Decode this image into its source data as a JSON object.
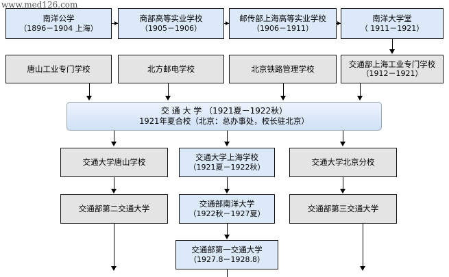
{
  "watermark": "www.med126.com",
  "colors": {
    "blue_fill": "#dbe9f8",
    "gray_fill": "#e4e4e4",
    "border": "#111111",
    "hub_border": "#9aa7b4",
    "connector": "#000000"
  },
  "nodes": {
    "r1c1": {
      "line1": "南洋公学",
      "line2": "（1896－1904 上海）"
    },
    "r1c2": {
      "line1": "商部高等实业学校",
      "line2": "（1905－1906）"
    },
    "r1c3": {
      "line1": "邮传部上海高等实业学校",
      "line2": "（1906－1911）"
    },
    "r1c4": {
      "line1": "南洋大学堂",
      "line2": "（  1911－1921）"
    },
    "r2c1": {
      "line1": "唐山工业专门学校",
      "line2": ""
    },
    "r2c2": {
      "line1": "北方邮电学校",
      "line2": ""
    },
    "r2c3": {
      "line1": "北京铁路管理学校",
      "line2": ""
    },
    "r2c4": {
      "line1": "交通部上海工业专门学校",
      "line2": "（1912－1921）"
    },
    "hub": {
      "line1": "交 通 大 学 （1921夏－1922秋）",
      "line2": "1921年夏合校（北京：总办事处，校长驻北京）"
    },
    "r3c1": {
      "line1": "交通大学唐山学校",
      "line2": ""
    },
    "r3c2": {
      "line1": "交通大学上海学校",
      "line2": "（1921夏－1922秋）"
    },
    "r3c3": {
      "line1": "交通大学北京分校",
      "line2": ""
    },
    "r4c1": {
      "line1": "交通部第二交通大学",
      "line2": ""
    },
    "r4c2": {
      "line1": "交通部南洋大学",
      "line2": "（1922秋－1927夏）"
    },
    "r4c3": {
      "line1": "交通部第三交通大学",
      "line2": ""
    },
    "r5c2": {
      "line1": "交通部第一交通大学",
      "line2": "（1927.8－1928.8）"
    }
  }
}
